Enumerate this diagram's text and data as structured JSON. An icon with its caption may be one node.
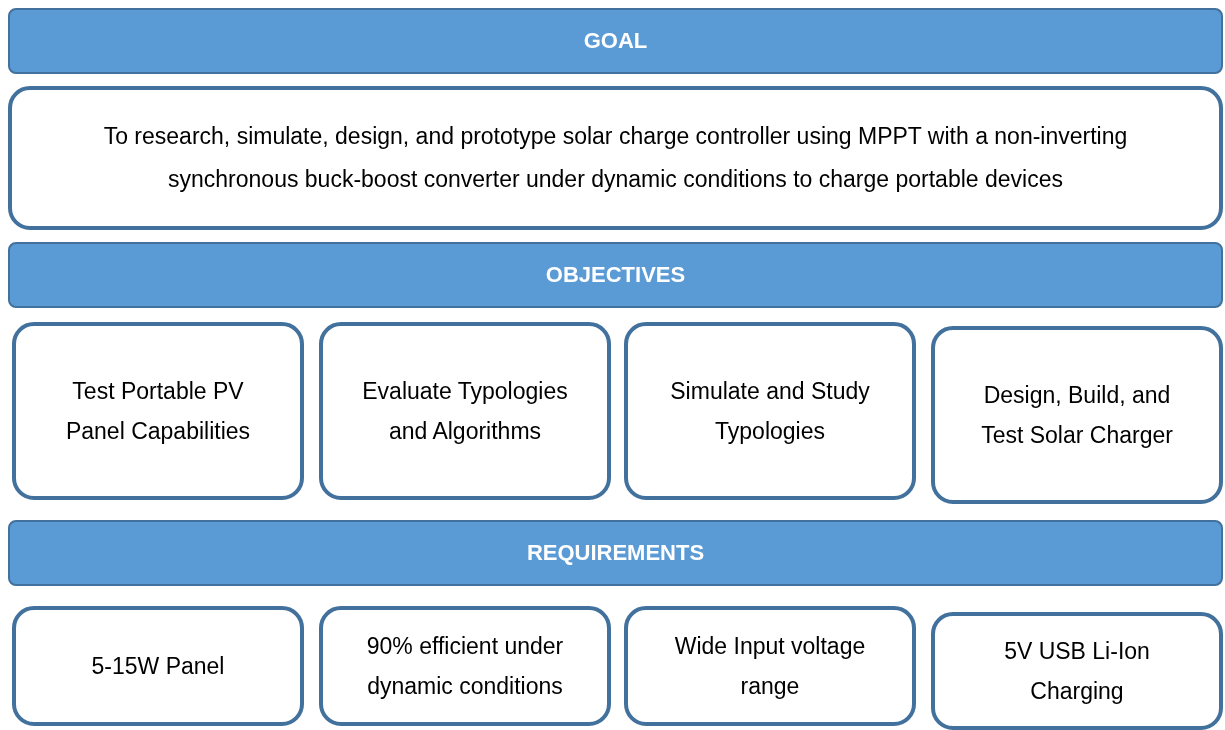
{
  "diagram": {
    "nodes": [
      {
        "text": [
          "GOAL"
        ]
      },
      {
        "text": [
          "To research, simulate, design, and prototype solar charge controller using MPPT with a non-inverting synchronous buck-boost converter under dynamic conditions to charge portable devices"
        ]
      },
      {
        "text": [
          "OBJECTIVES"
        ]
      },
      {
        "text": [
          "Test Portable PV Panel Capabilities"
        ]
      },
      {
        "text": [
          "Evaluate Typologies and Algorithms"
        ]
      },
      {
        "text": [
          "Simulate and Study Typologies"
        ]
      },
      {
        "text": [
          "Design, Build, and Test Solar Charger"
        ]
      },
      {
        "text": [
          "REQUIREMENTS"
        ]
      },
      {
        "text": [
          "5-15W Panel"
        ]
      },
      {
        "text": [
          "90% efficient under dynamic conditions"
        ]
      },
      {
        "text": [
          "Wide Input voltage range"
        ]
      },
      {
        "text": [
          "5V USB Li-Ion Charging"
        ]
      }
    ]
  }
}
